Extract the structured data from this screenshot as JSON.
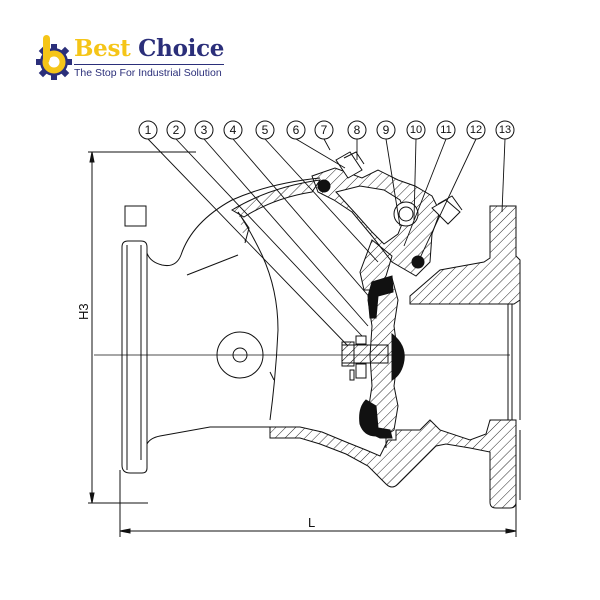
{
  "logo": {
    "brand_word_1": "Best",
    "brand_word_2": "Choice",
    "tagline": "The Stop For Industrial Solution",
    "colors": {
      "yellow": "#f5c518",
      "navy": "#2b2f7a"
    }
  },
  "drawing": {
    "subject": "swing check valve sectional view",
    "line_color": "#111111",
    "balloons": [
      "1",
      "2",
      "3",
      "4",
      "5",
      "6",
      "7",
      "8",
      "9",
      "10",
      "11",
      "12",
      "13"
    ],
    "dimensions": {
      "height_label": "H3",
      "length_label": "L"
    }
  }
}
